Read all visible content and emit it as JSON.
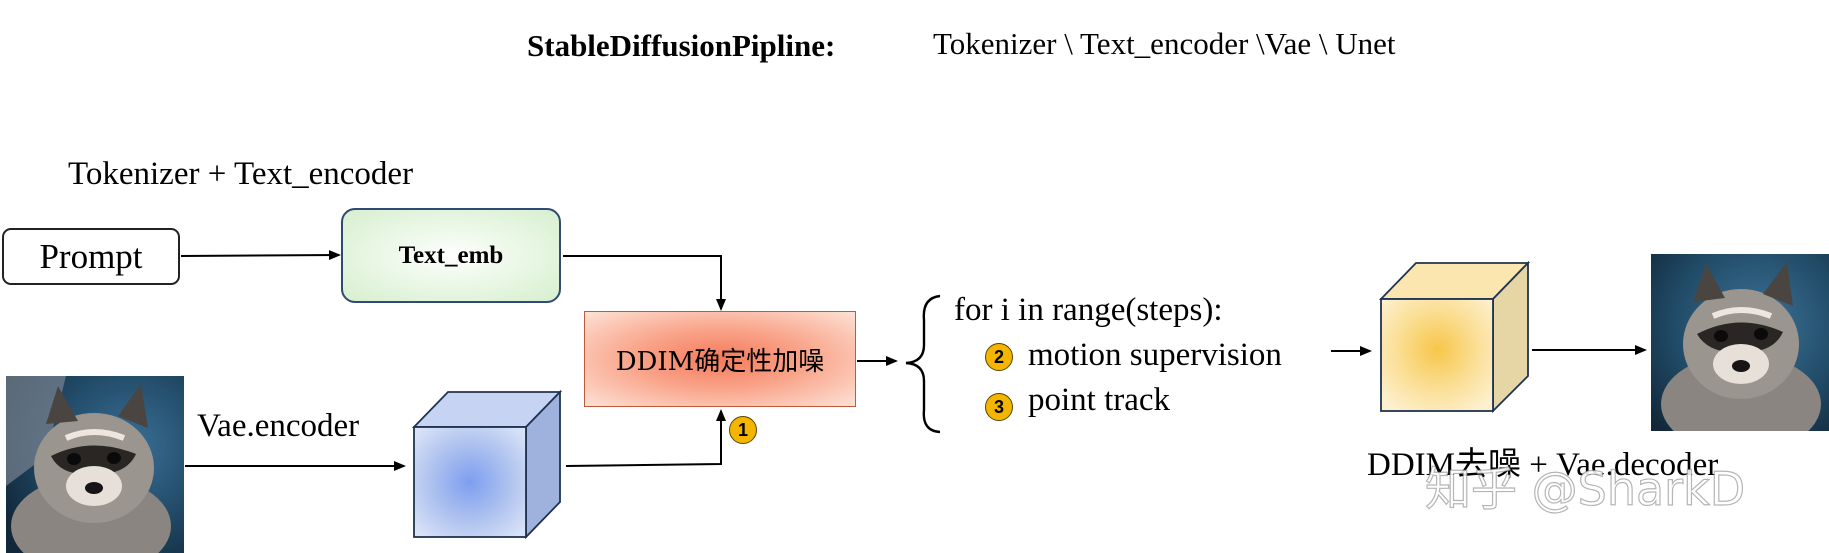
{
  "header": {
    "pipeline_label": "StableDiffusionPipline:",
    "components": "Tokenizer \\ Text_encoder \\Vae \\ Unet"
  },
  "labels": {
    "tokenizer_encoder": "Tokenizer + Text_encoder",
    "vae_encoder": "Vae.encoder",
    "decoder": "DDIM去噪 + Vae.decoder"
  },
  "boxes": {
    "prompt": "Prompt",
    "text_emb": "Text_emb",
    "ddim_noise": "DDIM确定性加噪"
  },
  "loop": {
    "header": "for i in range(steps):",
    "steps": [
      {
        "badge": "2",
        "text": "motion supervision"
      },
      {
        "badge": "3",
        "text": "point track"
      }
    ]
  },
  "badge_1": "1",
  "watermark": "知乎 @SharkD",
  "colors": {
    "badge": "#f3b500",
    "text_emb_fill": "#d6efcf",
    "ddim_fill": "#f57a5a",
    "encoder_cube": "#a9bde9",
    "decoder_cube": "#fbe3a0"
  },
  "icons": [
    "raccoon-input-image",
    "raccoon-output-image",
    "latent-cube-icon",
    "output-latent-cube-icon",
    "curly-brace-icon"
  ]
}
